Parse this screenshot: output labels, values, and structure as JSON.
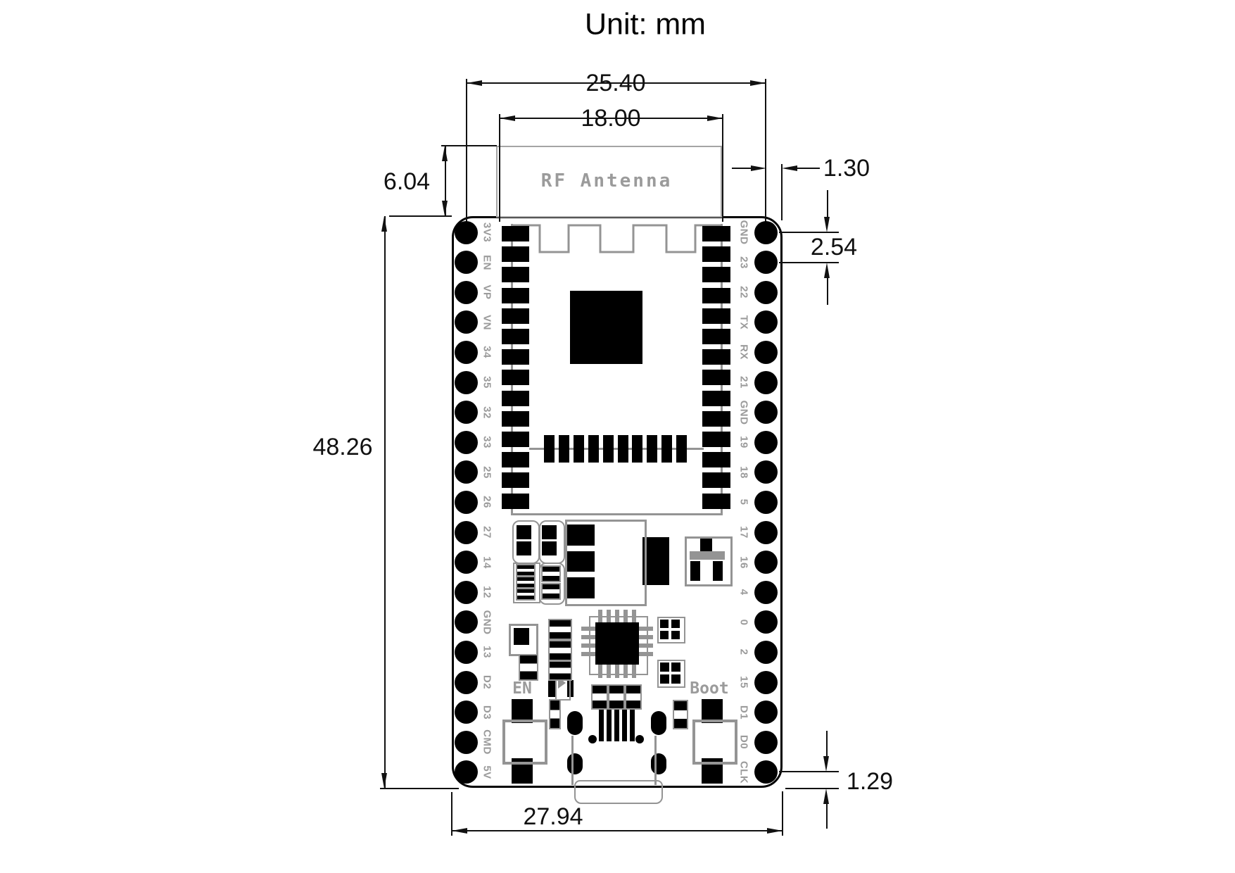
{
  "title": "Unit: mm",
  "silkscreen": {
    "antenna": "RF Antenna",
    "en_button": "EN",
    "boot_button": "Boot"
  },
  "dimensions": {
    "pin_row_spacing": "25.40",
    "module_width": "18.00",
    "antenna_height": "6.04",
    "pin_to_edge_top": "1.30",
    "pin_pitch": "2.54",
    "board_length": "48.26",
    "board_width": "27.94",
    "pin_to_edge_bottom": "1.29"
  },
  "pins": {
    "left": [
      "3V3",
      "EN",
      "VP",
      "VN",
      "34",
      "35",
      "32",
      "33",
      "25",
      "26",
      "27",
      "14",
      "12",
      "GND",
      "13",
      "D2",
      "D3",
      "CMD",
      "5V"
    ],
    "right": [
      "GND",
      "23",
      "22",
      "TX",
      "RX",
      "21",
      "GND",
      "19",
      "18",
      "5",
      "17",
      "16",
      "4",
      "0",
      "2",
      "15",
      "D1",
      "D0",
      "CLK"
    ]
  },
  "colors": {
    "silkscreen": "#949494",
    "ink": "#111111"
  }
}
